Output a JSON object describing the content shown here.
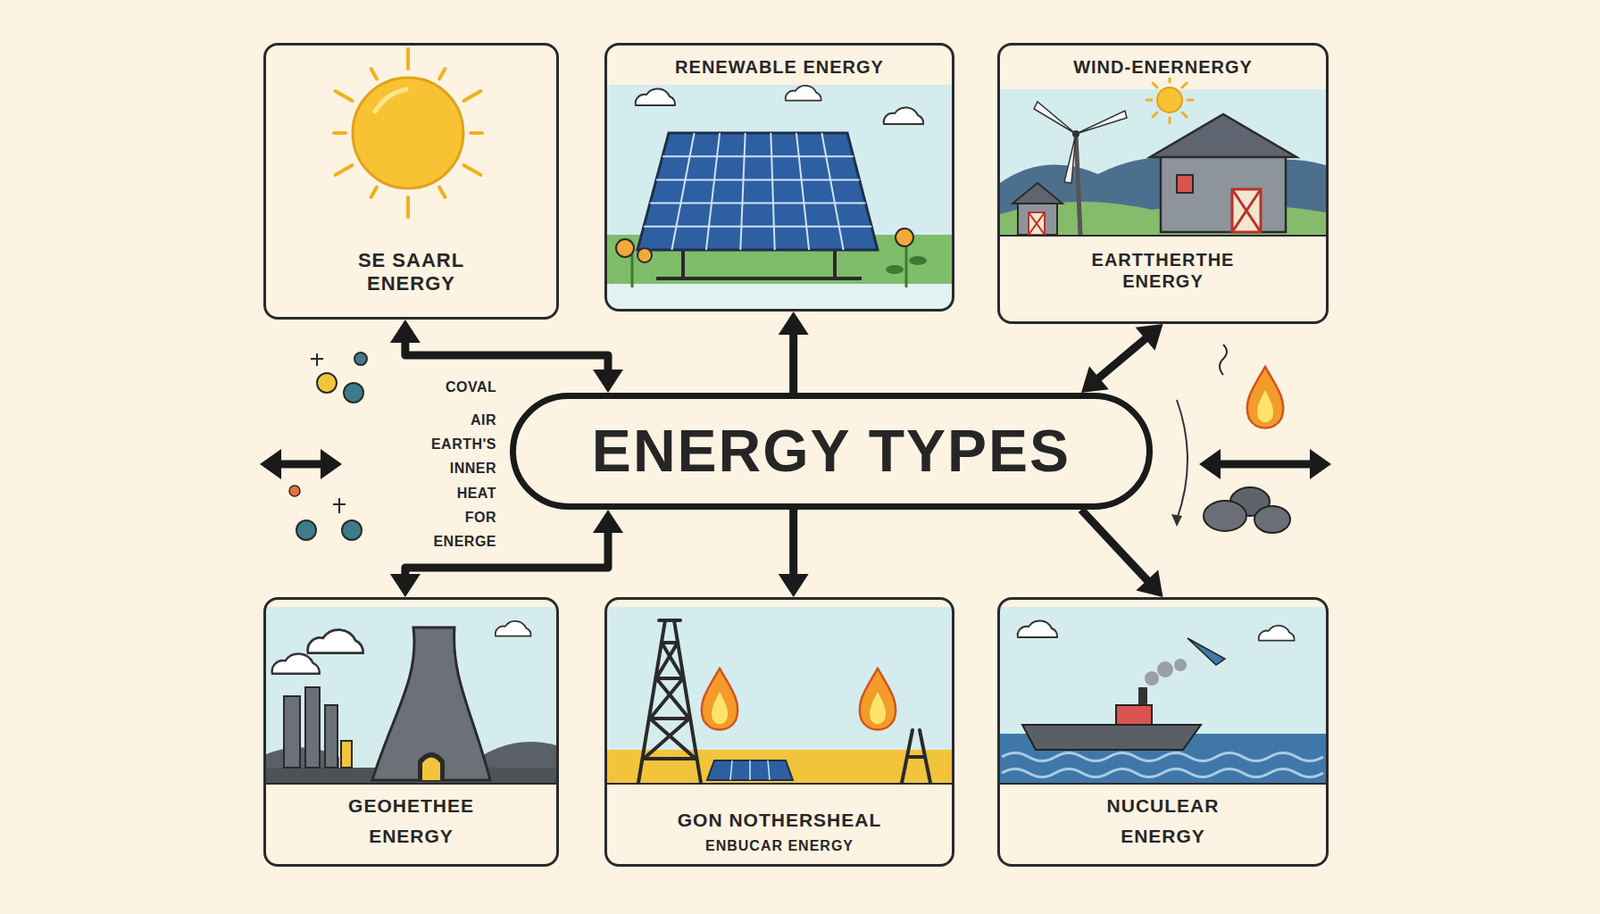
{
  "diagram": {
    "nodes": [
      {
        "text": [
          "SE SAARL ENERGY"
        ]
      },
      {
        "text": [
          "RENEWABLE ENERGY"
        ]
      },
      {
        "text": [
          "WIND-ENERNERGY",
          "EARTTHERTHE ENERGY"
        ]
      },
      {
        "text": [
          "ENERGY TYPES"
        ]
      },
      {
        "text": [
          "GEOHETHEE ENERGY"
        ]
      },
      {
        "text": [
          "GON NOTHERSHEAL",
          "ENBUCAR ENERGY"
        ]
      },
      {
        "text": [
          "NUCULEAR ENERGY"
        ]
      }
    ],
    "edges": [
      {
        "from": 3,
        "to": 0,
        "arrow": "both"
      },
      {
        "from": 3,
        "to": 1,
        "arrow": "to"
      },
      {
        "from": 3,
        "to": 2,
        "arrow": "both"
      },
      {
        "from": 3,
        "to": 4,
        "arrow": "both"
      },
      {
        "from": 3,
        "to": 5,
        "arrow": "to"
      },
      {
        "from": 3,
        "to": 6,
        "arrow": "to"
      }
    ],
    "labels": [
      "COVAL",
      "AIR EARTH'S INNER HEAT FOR ENERGE"
    ]
  }
}
